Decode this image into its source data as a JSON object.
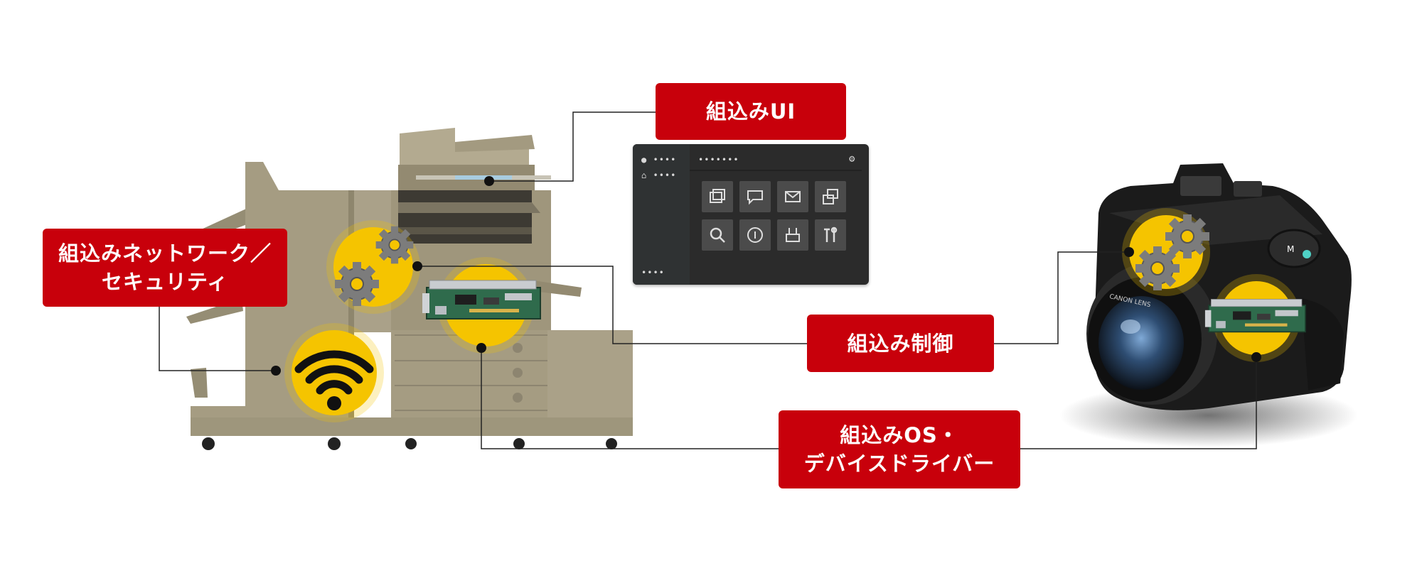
{
  "labels": {
    "embedded_ui": "組込みUI",
    "network_security_line1": "組込みネットワーク／",
    "network_security_line2": "セキュリティ",
    "embedded_control": "組込み制御",
    "os_driver_line1": "組込みOS・",
    "os_driver_line2": "デバイスドライバー"
  },
  "panel": {
    "user_text": "••••",
    "home_text": "••••",
    "title_text": "•••••••",
    "footer_text": "••••",
    "icons": [
      "photo-icon",
      "chat-icon",
      "mail-icon",
      "copy-icon",
      "search-icon",
      "info-icon",
      "print-icon",
      "tools-icon"
    ]
  },
  "camera": {
    "mode_dial": "M",
    "lens_text": "CANON LENS"
  },
  "colors": {
    "label_red": "#c8000b",
    "highlight_yellow": "#f5c400",
    "printer_body": "#a59c82",
    "leader_line": "#222222"
  }
}
